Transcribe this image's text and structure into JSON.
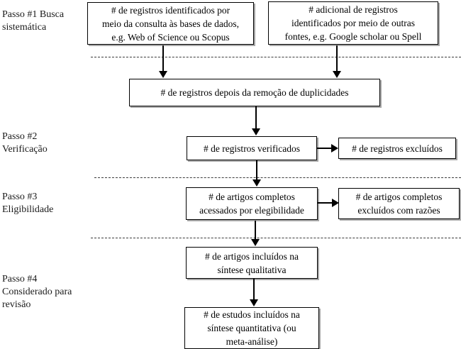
{
  "steps": [
    {
      "label": "Passo #1 Busca\nsistemática"
    },
    {
      "label": "Passo #2\nVerificação"
    },
    {
      "label": "Passo #3\nEligibilidade"
    },
    {
      "label": "Passo #4\nConsiderado para\nrevisão"
    }
  ],
  "boxes": {
    "identified_databases": "# de registros identificados por\nmeio da consulta às bases de dados,\ne.g. Web of Science ou Scopus",
    "identified_other_sources": "# adicional de registros\nidentificados por meio de outras\nfontes, e.g. Google scholar ou Spell",
    "after_duplicates_removed": "# de registros depois da remoção de duplicidades",
    "records_screened": "# de registros verificados",
    "records_excluded": "# de registros excluídos",
    "fulltext_assessed": "# de artigos completos\nacessados por elegibilidade",
    "fulltext_excluded": "# de artigos completos\nexcluídos com razões",
    "qualitative_synthesis": "# de artigos incluídos na\nsíntese qualitativa",
    "quantitative_synthesis": "# de estudos incluídos na\nsíntese quantitativa (ou\nmeta-análise)"
  },
  "colors": {
    "background": "#ffffff",
    "box_border": "#000000",
    "box_shadow": "#a8a8a8",
    "divider": "#3a3a3a",
    "arrow": "#000000",
    "text": "#000000"
  }
}
